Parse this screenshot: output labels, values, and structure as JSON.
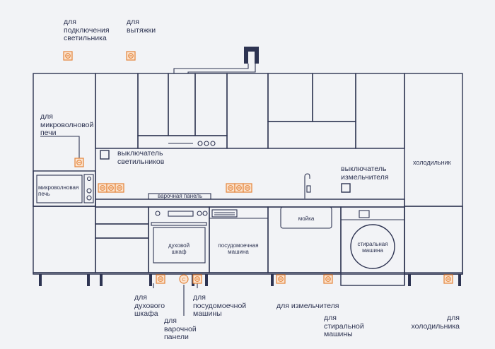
{
  "colors": {
    "line": "#2e3452",
    "socket": "#e4843a",
    "socket_fill": "#fbe3cf",
    "background": "#f2f3f6",
    "duct": "#2e3452"
  },
  "labels": {
    "light_socket": "для\nподключения\nсветильника",
    "hood_socket": "для\nвытяжки",
    "microwave_socket": "для\nмикроволновой\nпечи",
    "microwave": "микроволновая\nпечь",
    "light_switch": "выключатель\nсветильников",
    "cooktop": "варочная панель",
    "grinder_switch": "выключатель\nизмельчителя",
    "fridge": "холодильник",
    "sink": "мойка",
    "oven": "духовой\nшкаф",
    "dishwasher": "посудомоечная\nмашина",
    "washer": "стиральная\nмашина",
    "oven_socket": "для\nдухового\nшкафа",
    "cooktop_socket": "для\nварочной\nпанели",
    "dishwasher_socket": "для\nпосудомоечной\nмашины",
    "grinder_socket": "для измельчителя",
    "washer_socket": "для\nстиральной\nмашины",
    "fridge_socket": "для\nхолодильника"
  },
  "icons": [
    "socket-icon",
    "cooktop-socket-icon",
    "switch-icon",
    "faucet-icon",
    "duct-icon"
  ]
}
